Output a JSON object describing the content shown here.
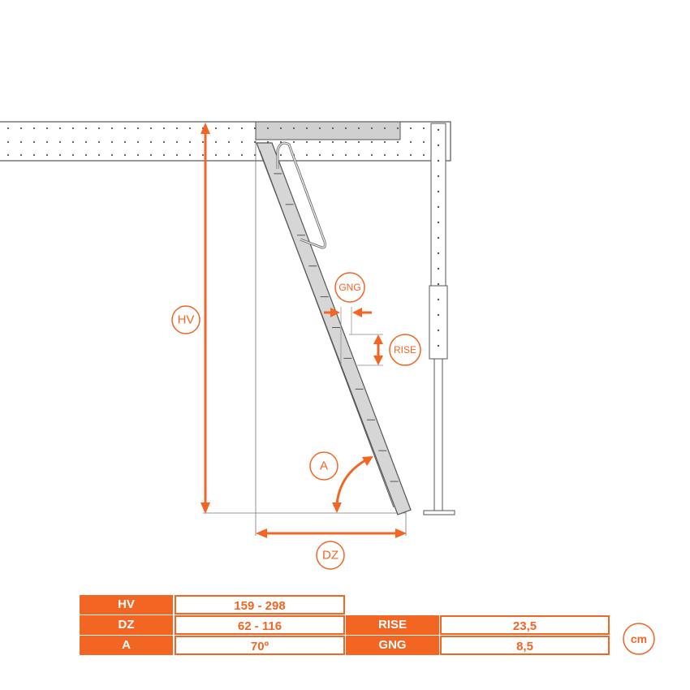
{
  "labels": {
    "hv": "HV",
    "dz": "DZ",
    "a": "A",
    "gng": "GNG",
    "rise": "RISE",
    "unit": "cm"
  },
  "table": {
    "rows": [
      {
        "key": "HV",
        "value": "159 - 298"
      },
      {
        "key": "DZ",
        "value": "62 - 116",
        "key2": "RISE",
        "value2": "23,5"
      },
      {
        "key": "A",
        "value": "70º",
        "key2": "GNG",
        "value2": "8,5"
      }
    ]
  },
  "colors": {
    "accent": "#f26522",
    "line": "#555555",
    "fill": "#d6d6d6"
  }
}
